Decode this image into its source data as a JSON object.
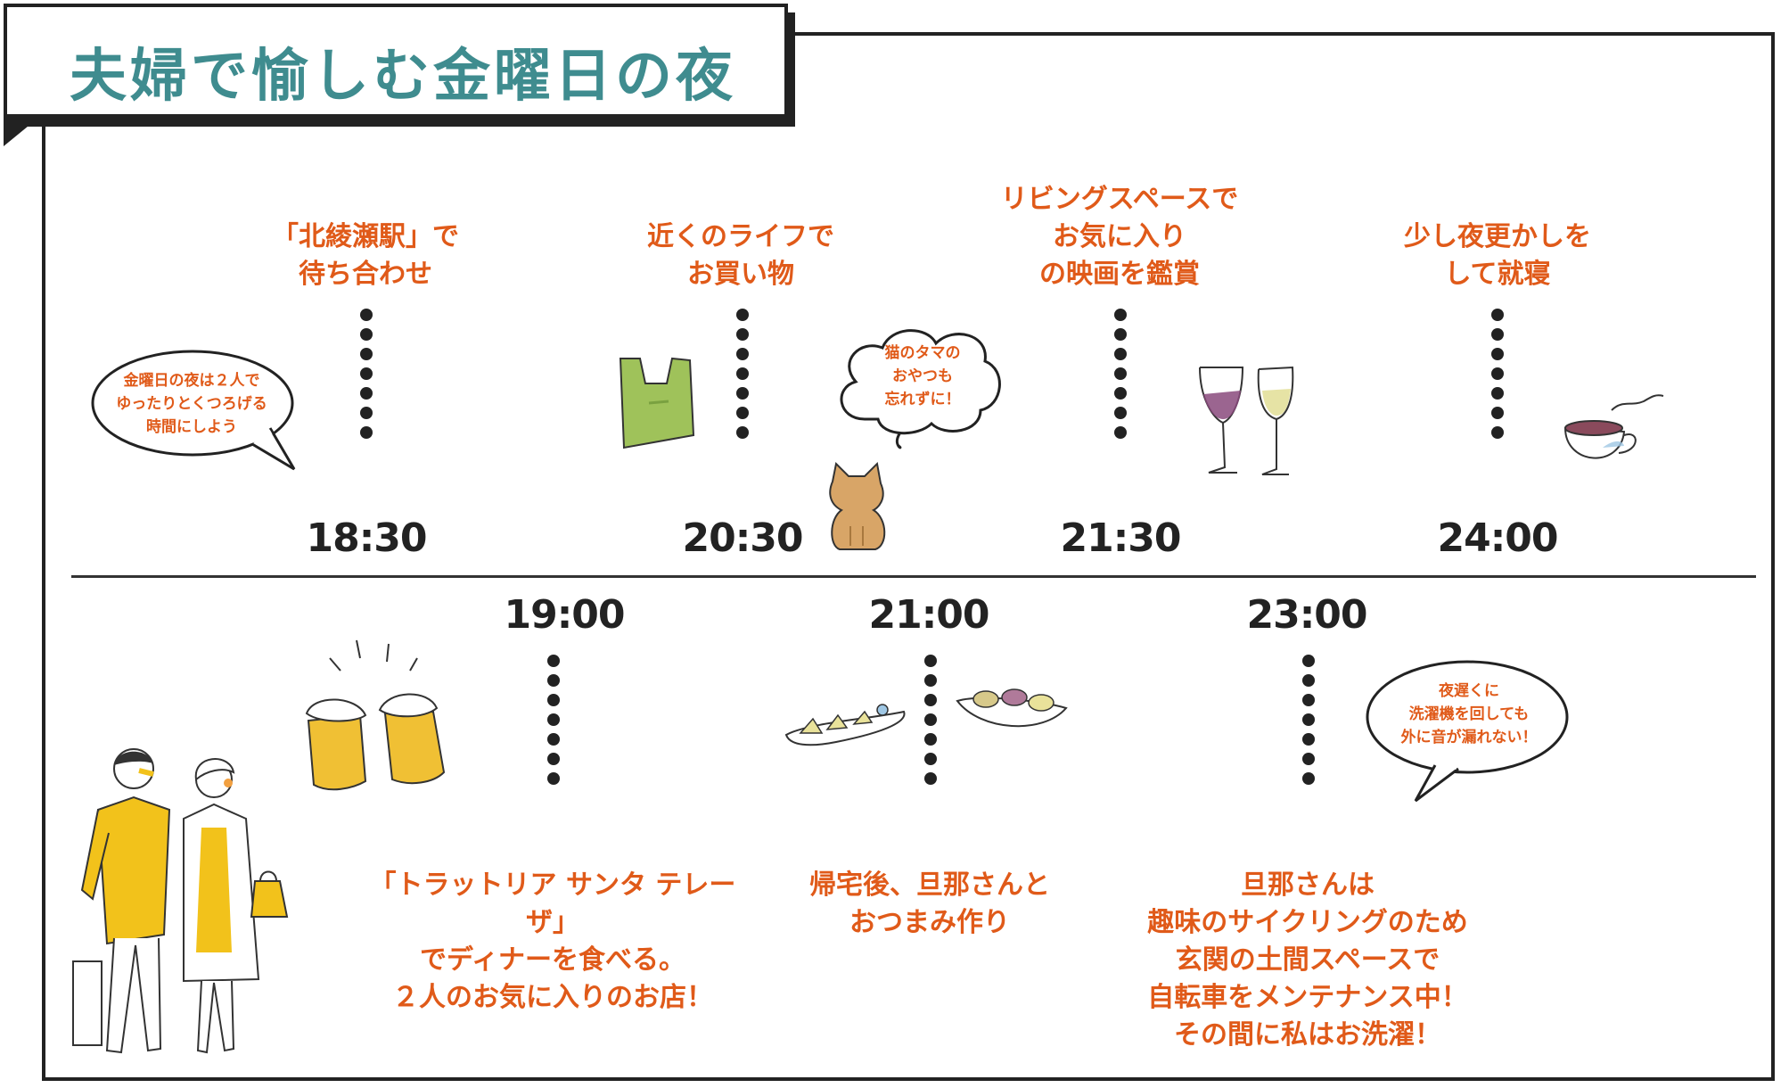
{
  "title": "夫婦で愉しむ金曜日の夜",
  "top_events": [
    {
      "time": "18:30",
      "text": "「北綾瀬駅」で\n待ち合わせ"
    },
    {
      "time": "20:30",
      "text": "近くのライフで\nお買い物"
    },
    {
      "time": "21:30",
      "text": "リビングスペースで\nお気に入り\nの映画を鑑賞"
    },
    {
      "time": "24:00",
      "text": "少し夜更かしを\nして就寝"
    }
  ],
  "bottom_events": [
    {
      "time": "19:00",
      "text": "「トラットリア サンタ テレーザ」\nでディナーを食べる。\n２人のお気に入りのお店！"
    },
    {
      "time": "21:00",
      "text": "帰宅後、旦那さんと\nおつまみ作り"
    },
    {
      "time": "23:00",
      "text": "旦那さんは\n趣味のサイクリングのため\n玄関の土間スペースで\n自転車をメンテナンス中！\nその間に私はお洗濯！"
    }
  ],
  "bubbles": {
    "kinyoubi": "金曜日の夜は２人で\nゆったりとくつろげる\n時間にしよう",
    "neko": "猫のタマの\nおやつも\n忘れずに！",
    "yoru": "夜遅くに\n洗濯機を回しても\n外に音が漏れない！"
  },
  "colors": {
    "accent": "#e05a19",
    "title": "#3f8c8f",
    "line": "#222222",
    "yellow": "#f2c21b",
    "green": "#9fc25a"
  },
  "icons": [
    "bag-icon",
    "cat-icon",
    "wine-glasses-icon",
    "teacup-icon",
    "beer-toast-icon",
    "snack-plate-icon",
    "couple-illustration"
  ]
}
